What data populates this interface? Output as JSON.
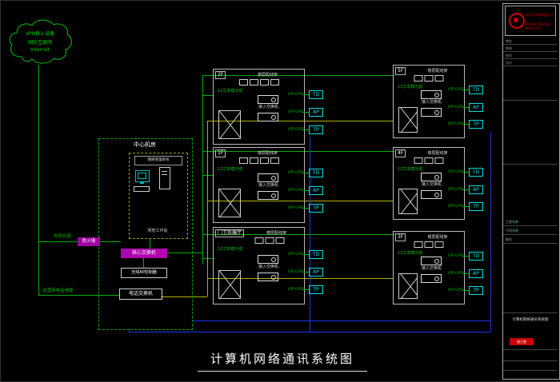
{
  "title": {
    "main": "计算机网络通讯系统图"
  },
  "cloud": {
    "line1": "VPN拨入设备",
    "line2": "国际互联网",
    "line3": "Internet"
  },
  "labels": {
    "outer_fiber": "外网光缆",
    "isp_cable": "运营商电话电缆"
  },
  "center_room": {
    "title": "中心机房",
    "nms": "网络管理系统",
    "workstation": "网管工作站",
    "firewall": "防火墙",
    "core_switch": "核心交换机",
    "ap_controller": "无线AP控制器",
    "pbx": "电话交换机"
  },
  "floors": [
    {
      "name": "2F",
      "fiber": "12芯单模光缆",
      "patch": "楼层配线架",
      "switch": "接入交换机",
      "tags": [
        {
          "cable": "UTP-CAT6",
          "code": "TD"
        },
        {
          "cable": "UTP-CAT6",
          "code": "AP"
        },
        {
          "cable": "UTP-CAT6",
          "code": "TP"
        }
      ]
    },
    {
      "name": "1F",
      "fiber": "12芯单模光缆",
      "patch": "楼层配线架",
      "switch": "接入交换机",
      "tags": [
        {
          "cable": "UTP-CAT6",
          "code": "TD"
        },
        {
          "cable": "UTP-CAT6",
          "code": "AP"
        },
        {
          "cable": "UTP-CAT6",
          "code": "TP"
        }
      ]
    },
    {
      "name": "门卫及展厅",
      "fiber": "12芯单模光缆",
      "patch": "楼层配线架",
      "switch": "接入交换机",
      "tags": [
        {
          "cable": "UTP-CAT6",
          "code": "TD"
        },
        {
          "cable": "UTP-CAT6",
          "code": "AP"
        },
        {
          "cable": "UTP-CAT6",
          "code": "TP"
        }
      ]
    },
    {
      "name": "5F",
      "fiber": "12芯单模光缆",
      "patch": "楼层配线架",
      "switch": "接入交换机",
      "tags": [
        {
          "cable": "UTP-CAT6",
          "code": "TD"
        },
        {
          "cable": "UTP-CAT6",
          "code": "AP"
        },
        {
          "cable": "UTP-CAT6",
          "code": "TP"
        }
      ]
    },
    {
      "name": "4F",
      "fiber": "12芯单模光缆",
      "patch": "楼层配线架",
      "switch": "接入交换机",
      "tags": [
        {
          "cable": "UTP-CAT6",
          "code": "TD"
        },
        {
          "cable": "UTP-CAT6",
          "code": "AP"
        },
        {
          "cable": "UTP-CAT6",
          "code": "TP"
        }
      ]
    },
    {
      "name": "3F",
      "fiber": "12芯单模光缆",
      "patch": "楼层配线架",
      "switch": "接入交换机",
      "tags": [
        {
          "cable": "UTP-CAT6",
          "code": "TD"
        },
        {
          "cable": "UTP-CAT6",
          "code": "AP"
        },
        {
          "cable": "UTP-CAT6",
          "code": "TP"
        }
      ]
    }
  ],
  "titleblock": {
    "company_cn": "电力设计院有限公司",
    "company_en": "POWER DESIGN INSTITUTE",
    "rows": [
      "审定",
      "审核",
      "校对",
      "设计"
    ],
    "project_rows": [
      "工程名称",
      "子项名称",
      "图名"
    ],
    "drawing": "计算机网络通讯系统图",
    "stage": "施工图"
  }
}
